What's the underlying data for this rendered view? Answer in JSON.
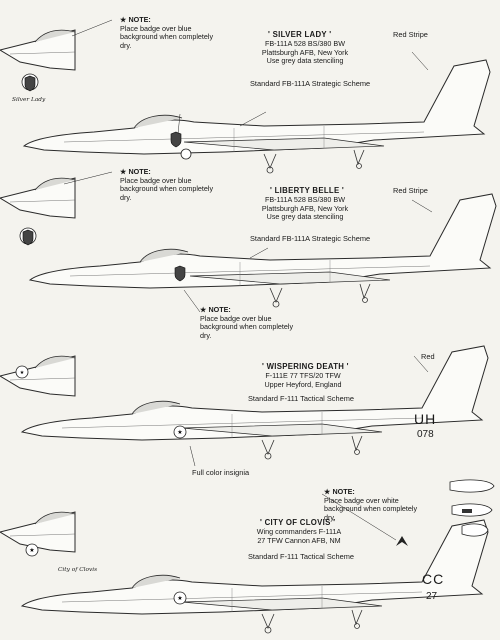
{
  "note_label": "★ NOTE:",
  "sections": [
    {
      "note_lines": [
        "Place badge over blue",
        "background when completely",
        "dry."
      ],
      "title": "' SILVER LADY '",
      "info_lines": [
        "FB-111A 528 BS/380 BW",
        "Plattsburgh AFB, New York",
        "Use grey data stenciling"
      ],
      "scheme": "Standard FB-111A Strategic Scheme",
      "stripe_label": "Red Stripe",
      "badge_script": "Silver Lady"
    },
    {
      "note_lines": [
        "Place badge over blue",
        "background when completely",
        "dry."
      ],
      "title": "' LIBERTY BELLE '",
      "info_lines": [
        "FB-111A 528 BS/380 BW",
        "Plattsburgh AFB, New York",
        "Use grey data stenciling"
      ],
      "scheme": "Standard FB-111A Strategic Scheme",
      "stripe_label": "Red Stripe",
      "note2_lines": [
        "Place badge over blue",
        "background when completely",
        "dry."
      ]
    },
    {
      "title": "' WISPERING DEATH '",
      "info_lines": [
        "F-111E 77 TFS/20 TFW",
        "Upper Heyford, England"
      ],
      "scheme": "Standard F-111 Tactical Scheme",
      "stripe_label": "Red",
      "tail_code": "UH",
      "tail_number": "078",
      "callout": "Full color insignia"
    },
    {
      "note_lines": [
        "Place badge over white",
        "background when completely",
        "dry."
      ],
      "title": "' CITY OF CLOVIS '",
      "info_lines": [
        "Wing commanders F-111A",
        "27 TFW Cannon AFB, NM"
      ],
      "scheme": "Standard F-111 Tactical Scheme",
      "tail_code": "CC",
      "tail_number": "27",
      "badge_script": "City of Clovis"
    }
  ]
}
